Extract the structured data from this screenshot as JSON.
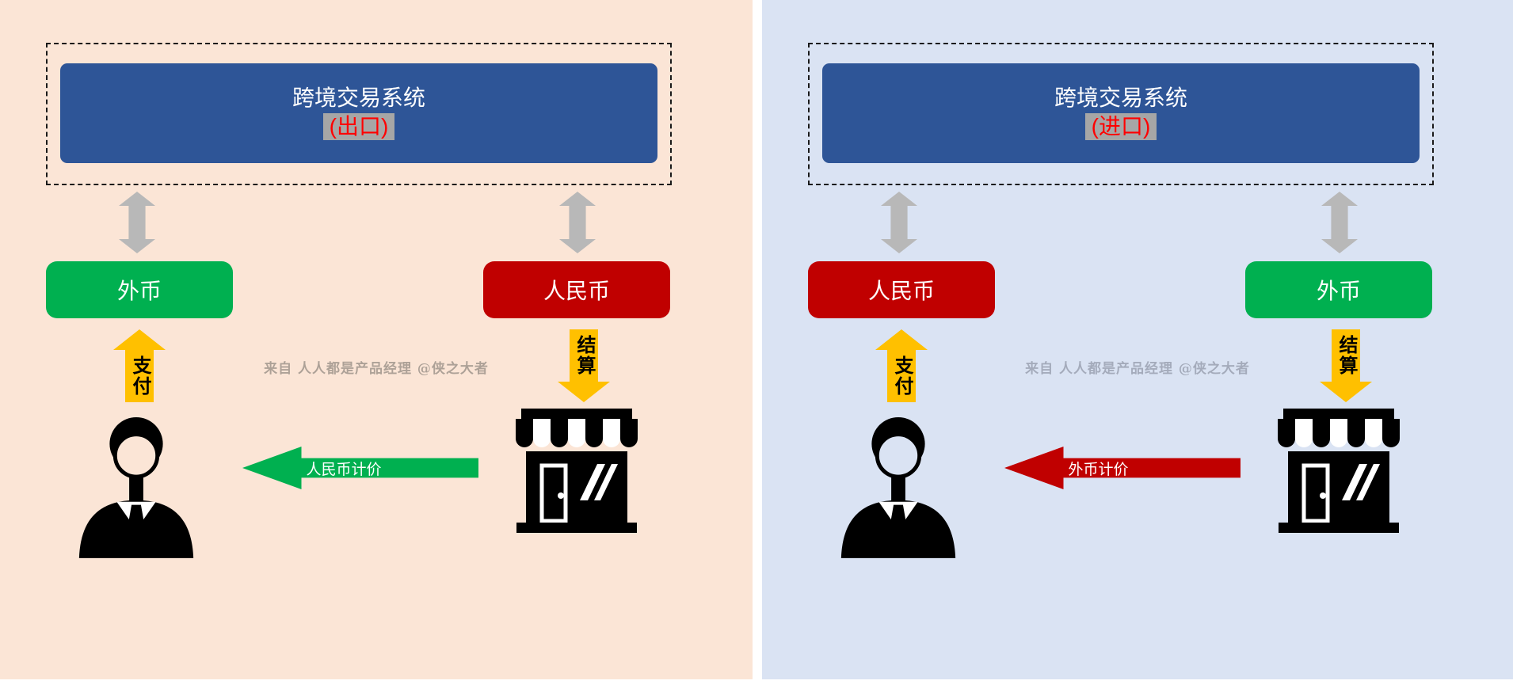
{
  "colors": {
    "export_panel_bg": "#fbe5d6",
    "import_panel_bg": "#dae3f3",
    "system_box_blue": "#2e5597",
    "foreign_currency_green": "#00b050",
    "rmb_red": "#c00000",
    "pay_settle_gold": "#ffc000",
    "double_arrow_gray": "#b8b8b8",
    "subtitle_highlight_gray": "#a6a6a6",
    "subtitle_text_red": "#ff0000"
  },
  "icons": {
    "person": "businessman-silhouette",
    "store": "storefront-with-awning",
    "double_arrow": "vertical-double-headed-arrow",
    "pay_arrow": "up-block-arrow",
    "settle_arrow": "down-block-arrow",
    "flow_arrow": "left-block-arrow"
  },
  "panels": [
    {
      "id": "export",
      "system_title": "跨境交易系统",
      "system_subtitle": "(出口)",
      "left_currency": "外币",
      "right_currency": "人民币",
      "pay_label": "支付",
      "settle_label": "结算",
      "flow_arrow_label": "人民币计价",
      "watermark": "来自 人人都是产品经理 @侠之大者"
    },
    {
      "id": "import",
      "system_title": "跨境交易系统",
      "system_subtitle": "(进口)",
      "left_currency": "人民币",
      "right_currency": "外币",
      "pay_label": "支付",
      "settle_label": "结算",
      "flow_arrow_label": "外币计价",
      "watermark": "来自 人人都是产品经理 @侠之大者"
    }
  ]
}
